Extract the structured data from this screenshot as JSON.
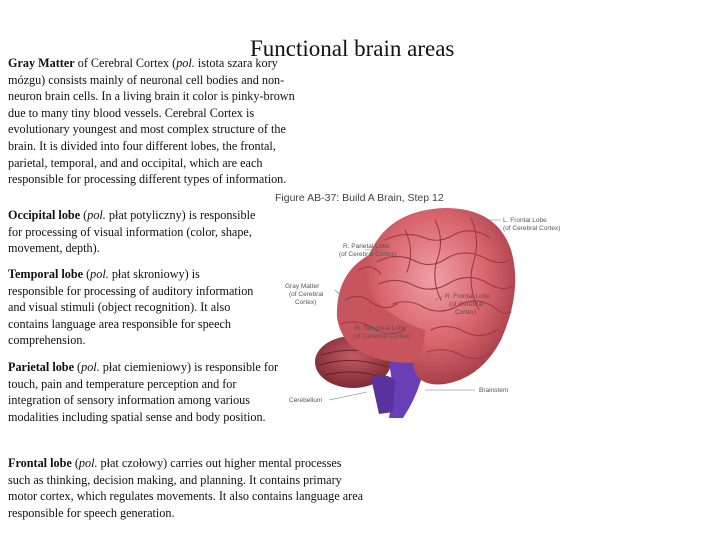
{
  "title": "Functional brain areas",
  "gray_matter": {
    "term": "Gray Matter",
    "text_1": " of Cerebral Cortex (",
    "pol": "pol.",
    "text_2": " istota szara kory mózgu) consists mainly of neuronal cell bodies and non-neuron brain cells. In a living brain it color is pinky-brown due to many tiny blood vessels. Cerebral Cortex is evolutionary youngest and most complex structure of the brain. It is divided into four different lobes, the frontal, parietal, temporal, and and occipital, which are each responsible for processing different types of information."
  },
  "occipital": {
    "term": "Occipital lobe",
    "text_1": " (",
    "pol": "pol.",
    "text_2": " płat potyliczny) is responsible for processing of visual information (color, shape, movement, depth)."
  },
  "temporal": {
    "term": "Temporal lobe",
    "text_1": " (",
    "pol": "pol.",
    "text_2": " płat skroniowy) is responsible for processing of auditory information and visual stimuli (object recognition). It also contains language area responsible for speech comprehension."
  },
  "parietal": {
    "term": "Parietal lobe",
    "text_1": " (",
    "pol": "pol.",
    "text_2": " płat ciemieniowy)  is responsible for touch, pain and temperature perception and for integration of sensory information among various modalities including spatial sense and body position."
  },
  "frontal": {
    "term": "Frontal lobe",
    "text_1": " (",
    "pol": "pol.",
    "text_2": " płat czołowy) carries out higher mental processes such as thinking, decision making, and planning. It contains primary motor cortex, which regulates movements. It also contains language area responsible for speech generation."
  },
  "figure": {
    "caption": "Figure AB-37: Build A Brain, Step 12",
    "labels": {
      "l_frontal_1": "L. Frontal Lobe",
      "l_frontal_2": "(of Cerebral Cortex)",
      "r_parietal_1": "R. Parietal Lobe",
      "r_parietal_2": "(of Cerebral Cortex)",
      "gray_1": "Gray Matter",
      "gray_2": "(of Cerebral",
      "gray_3": "Cortex)",
      "r_frontal_1": "R. Frontal Lobe",
      "r_frontal_2": "(of Cerebral",
      "r_frontal_3": "Cortex)",
      "r_temporal_1": "R. Temporal Lobe",
      "r_temporal_2": "(of Cerebral Cortex)",
      "brainstem": "Brainstem",
      "cerebellum": "Cerebellum"
    },
    "colors": {
      "cortex": "#d9646d",
      "cortex_dark": "#b8454f",
      "cerebellum": "#9a3a44",
      "brainstem": "#6a3fb5"
    }
  }
}
